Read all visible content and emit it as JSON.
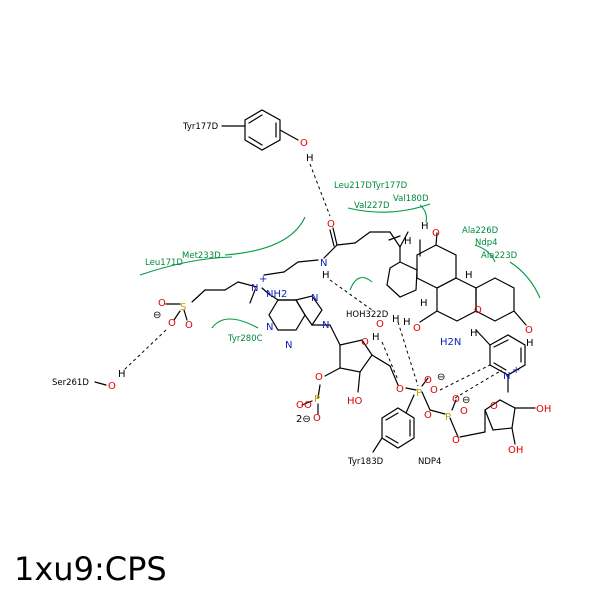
{
  "title": "1xu9:CPS",
  "residues": {
    "tyr177_top": "Tyr177D",
    "leu217": "Leu217D",
    "tyr177": "Tyr177D",
    "val180": "Val180D",
    "val227": "Val227D",
    "met233": "Met233D",
    "leu171": "Leu171D",
    "ala226": "Ala226D",
    "ndp4_top": "Ndp4",
    "ala223": "Ala223D",
    "tyr280": "Tyr280C",
    "hoh322": "HOH322D",
    "ser261": "Ser261D",
    "tyr183": "Tyr183D",
    "ndp4_bottom": "NDP4"
  },
  "atoms": {
    "O": "O",
    "N": "N",
    "H": "H",
    "S": "S",
    "P": "P",
    "NH2": "NH2",
    "H2N": "H2N",
    "HO": "HO",
    "OH": "OH",
    "minus": "⊖",
    "plus": "+",
    "two_minus": "2⊖"
  },
  "colors": {
    "green": "#008a3c",
    "oxygen": "#e00000",
    "nitrogen": "#1020c0",
    "sulfur": "#c8a000"
  }
}
